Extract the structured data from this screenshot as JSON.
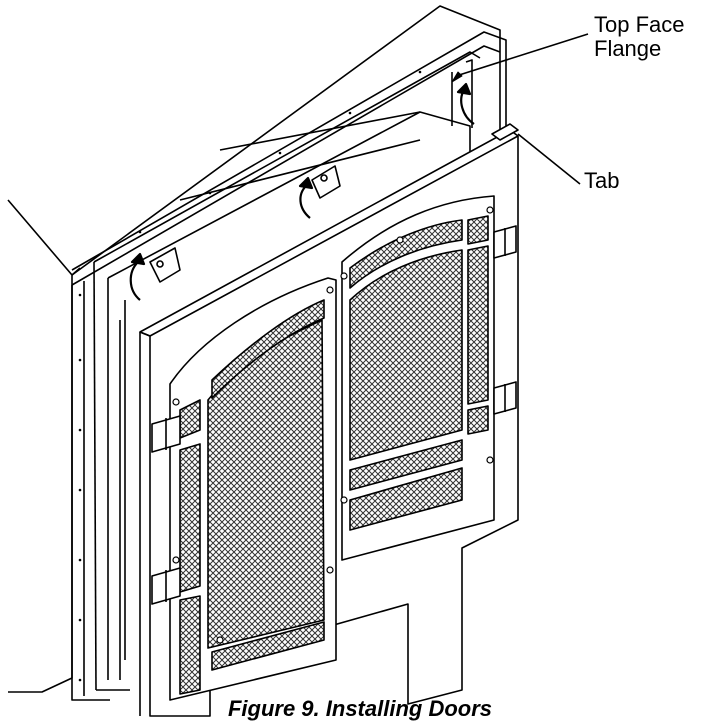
{
  "labels": {
    "top_face_flange_line1": "Top Face",
    "top_face_flange_line2": "Flange",
    "tab": "Tab"
  },
  "caption": "Figure 9. Installing Doors",
  "colors": {
    "line": "#000000",
    "panel": "#ffffff",
    "mesh": "#555555"
  }
}
